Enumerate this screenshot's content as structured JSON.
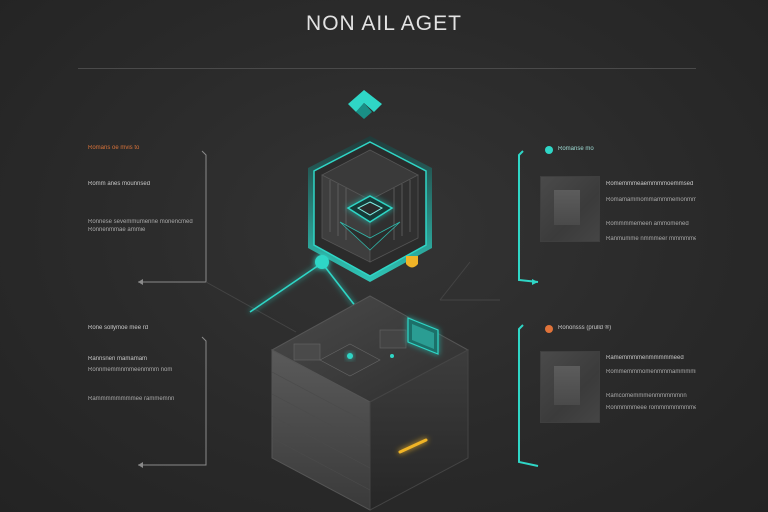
{
  "title": "NON AIL AGET",
  "colors": {
    "background": "#2b2b2b",
    "accent_teal": "#2fd6c6",
    "accent_orange": "#e0733a",
    "accent_yellow": "#f0b428"
  },
  "left_panel": {
    "top": {
      "tag": "Romans oe mvis to",
      "heading": "Romm anes mounnsed",
      "line1": "Ronnese sevemmumenne monencmed",
      "line2": "Ronnenmmae ammie"
    },
    "bottom": {
      "tag": "Rone sollymoe mee rd",
      "heading": "Rannsnen mamamam",
      "line1": "Ronnmemmnmmeenmmm nom",
      "line2": "Rammmmmmmmee rammemnn"
    }
  },
  "right_panel": {
    "top": {
      "tag": "Romanse mo",
      "lines": [
        "Romemmmeaemmmmoemmsed",
        "Romamammommammmemonmmmeen",
        "Rommmmemeen ammomened",
        "Ranmumme nmmmeer mmmmmeno"
      ]
    },
    "bottom": {
      "tag": "Rononsss (prulld ®)",
      "lines": [
        "Ramemmmmenmmmmmeed",
        "Rommemmmomenmmmammmmmm",
        "Ramcomemmmenmmmmmnn",
        "Ronmmmmeee rommmmmmmmeem"
      ]
    }
  },
  "icons": {
    "top_logo": "chevron-logo-icon",
    "upper_module": "hexagon-server-module-icon",
    "lower_module": "isometric-server-room-icon"
  }
}
